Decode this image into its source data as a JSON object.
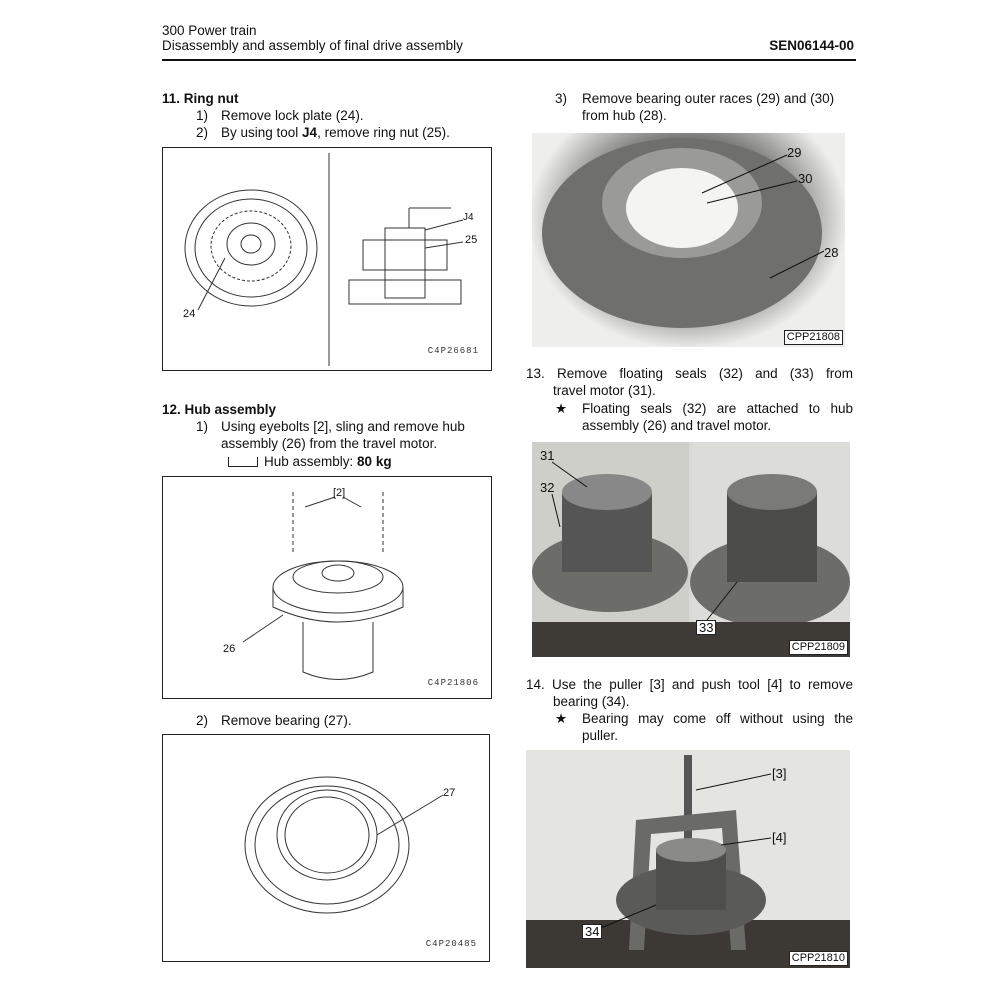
{
  "header": {
    "section": "300 Power train",
    "title": "Disassembly and assembly of final drive assembly",
    "doc_id": "SEN06144-00"
  },
  "step11": {
    "heading": "11. Ring nut",
    "s1_num": "1)",
    "s1": "Remove lock plate (24).",
    "s2_num": "2)",
    "s2_a": "By using tool ",
    "s2_tool": "J4",
    "s2_b": ", remove ring nut (25).",
    "figure": {
      "labels": [
        "24",
        "J4",
        "25"
      ],
      "code": "C4P26681"
    }
  },
  "step12": {
    "heading": "12. Hub assembly",
    "s1_num": "1)",
    "s1_line1": "Using eyebolts [2], sling and remove hub",
    "s1_line2": "assembly (26) from the travel motor.",
    "weight_label": "Hub assembly: ",
    "weight_value": "80 kg",
    "figure": {
      "labels": [
        "[2]",
        "26"
      ],
      "code": "C4P21806"
    },
    "s2_num": "2)",
    "s2": "Remove bearing (27).",
    "figure2": {
      "labels": [
        "27"
      ],
      "code": "C4P20485"
    }
  },
  "step12_3": {
    "num": "3)",
    "line1": "Remove bearing outer races (29) and (30)",
    "line2": "from hub (28).",
    "photo": {
      "labels": [
        "29",
        "30",
        "28"
      ],
      "code": "CPP21808"
    }
  },
  "step13": {
    "line1": "13. Remove floating seals (32) and (33) from",
    "line2": "travel motor (31).",
    "star": "★",
    "note1": "Floating seals (32) are attached to hub",
    "note2": "assembly (26) and travel motor.",
    "photo": {
      "labels": [
        "31",
        "32",
        "33"
      ],
      "code": "CPP21809"
    }
  },
  "step14": {
    "line1": "14. Use the puller [3] and push tool [4] to remove",
    "line2": "bearing (34).",
    "star": "★",
    "note1": "Bearing may come off without using the",
    "note2": "puller.",
    "photo": {
      "labels": [
        "[3]",
        "[4]",
        "34"
      ],
      "code": "CPP21810"
    }
  }
}
